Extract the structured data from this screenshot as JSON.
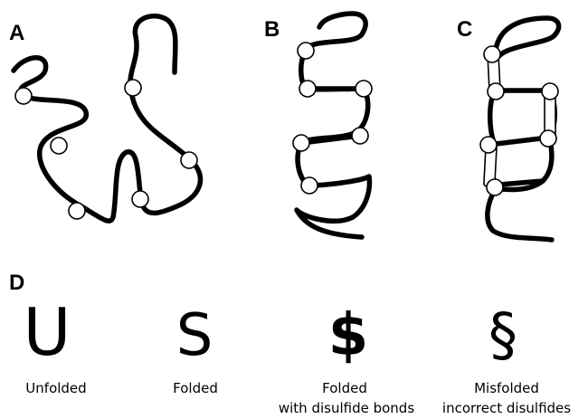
{
  "panels": {
    "a": "A",
    "b": "B",
    "c": "C",
    "d": "D"
  },
  "legend": [
    {
      "symbol": "U",
      "caption_line1": "Unfolded",
      "caption_line2": ""
    },
    {
      "symbol": "S",
      "caption_line1": "Folded",
      "caption_line2": ""
    },
    {
      "symbol": "$",
      "caption_line1": "Folded",
      "caption_line2": "with disulfide bonds"
    },
    {
      "symbol": "§",
      "caption_line1": "Misfolded",
      "caption_line2": "incorrect disulfides"
    }
  ],
  "colors": {
    "chain": "#000000",
    "cysteine_fill": "#ffffff",
    "background": "#ffffff"
  }
}
